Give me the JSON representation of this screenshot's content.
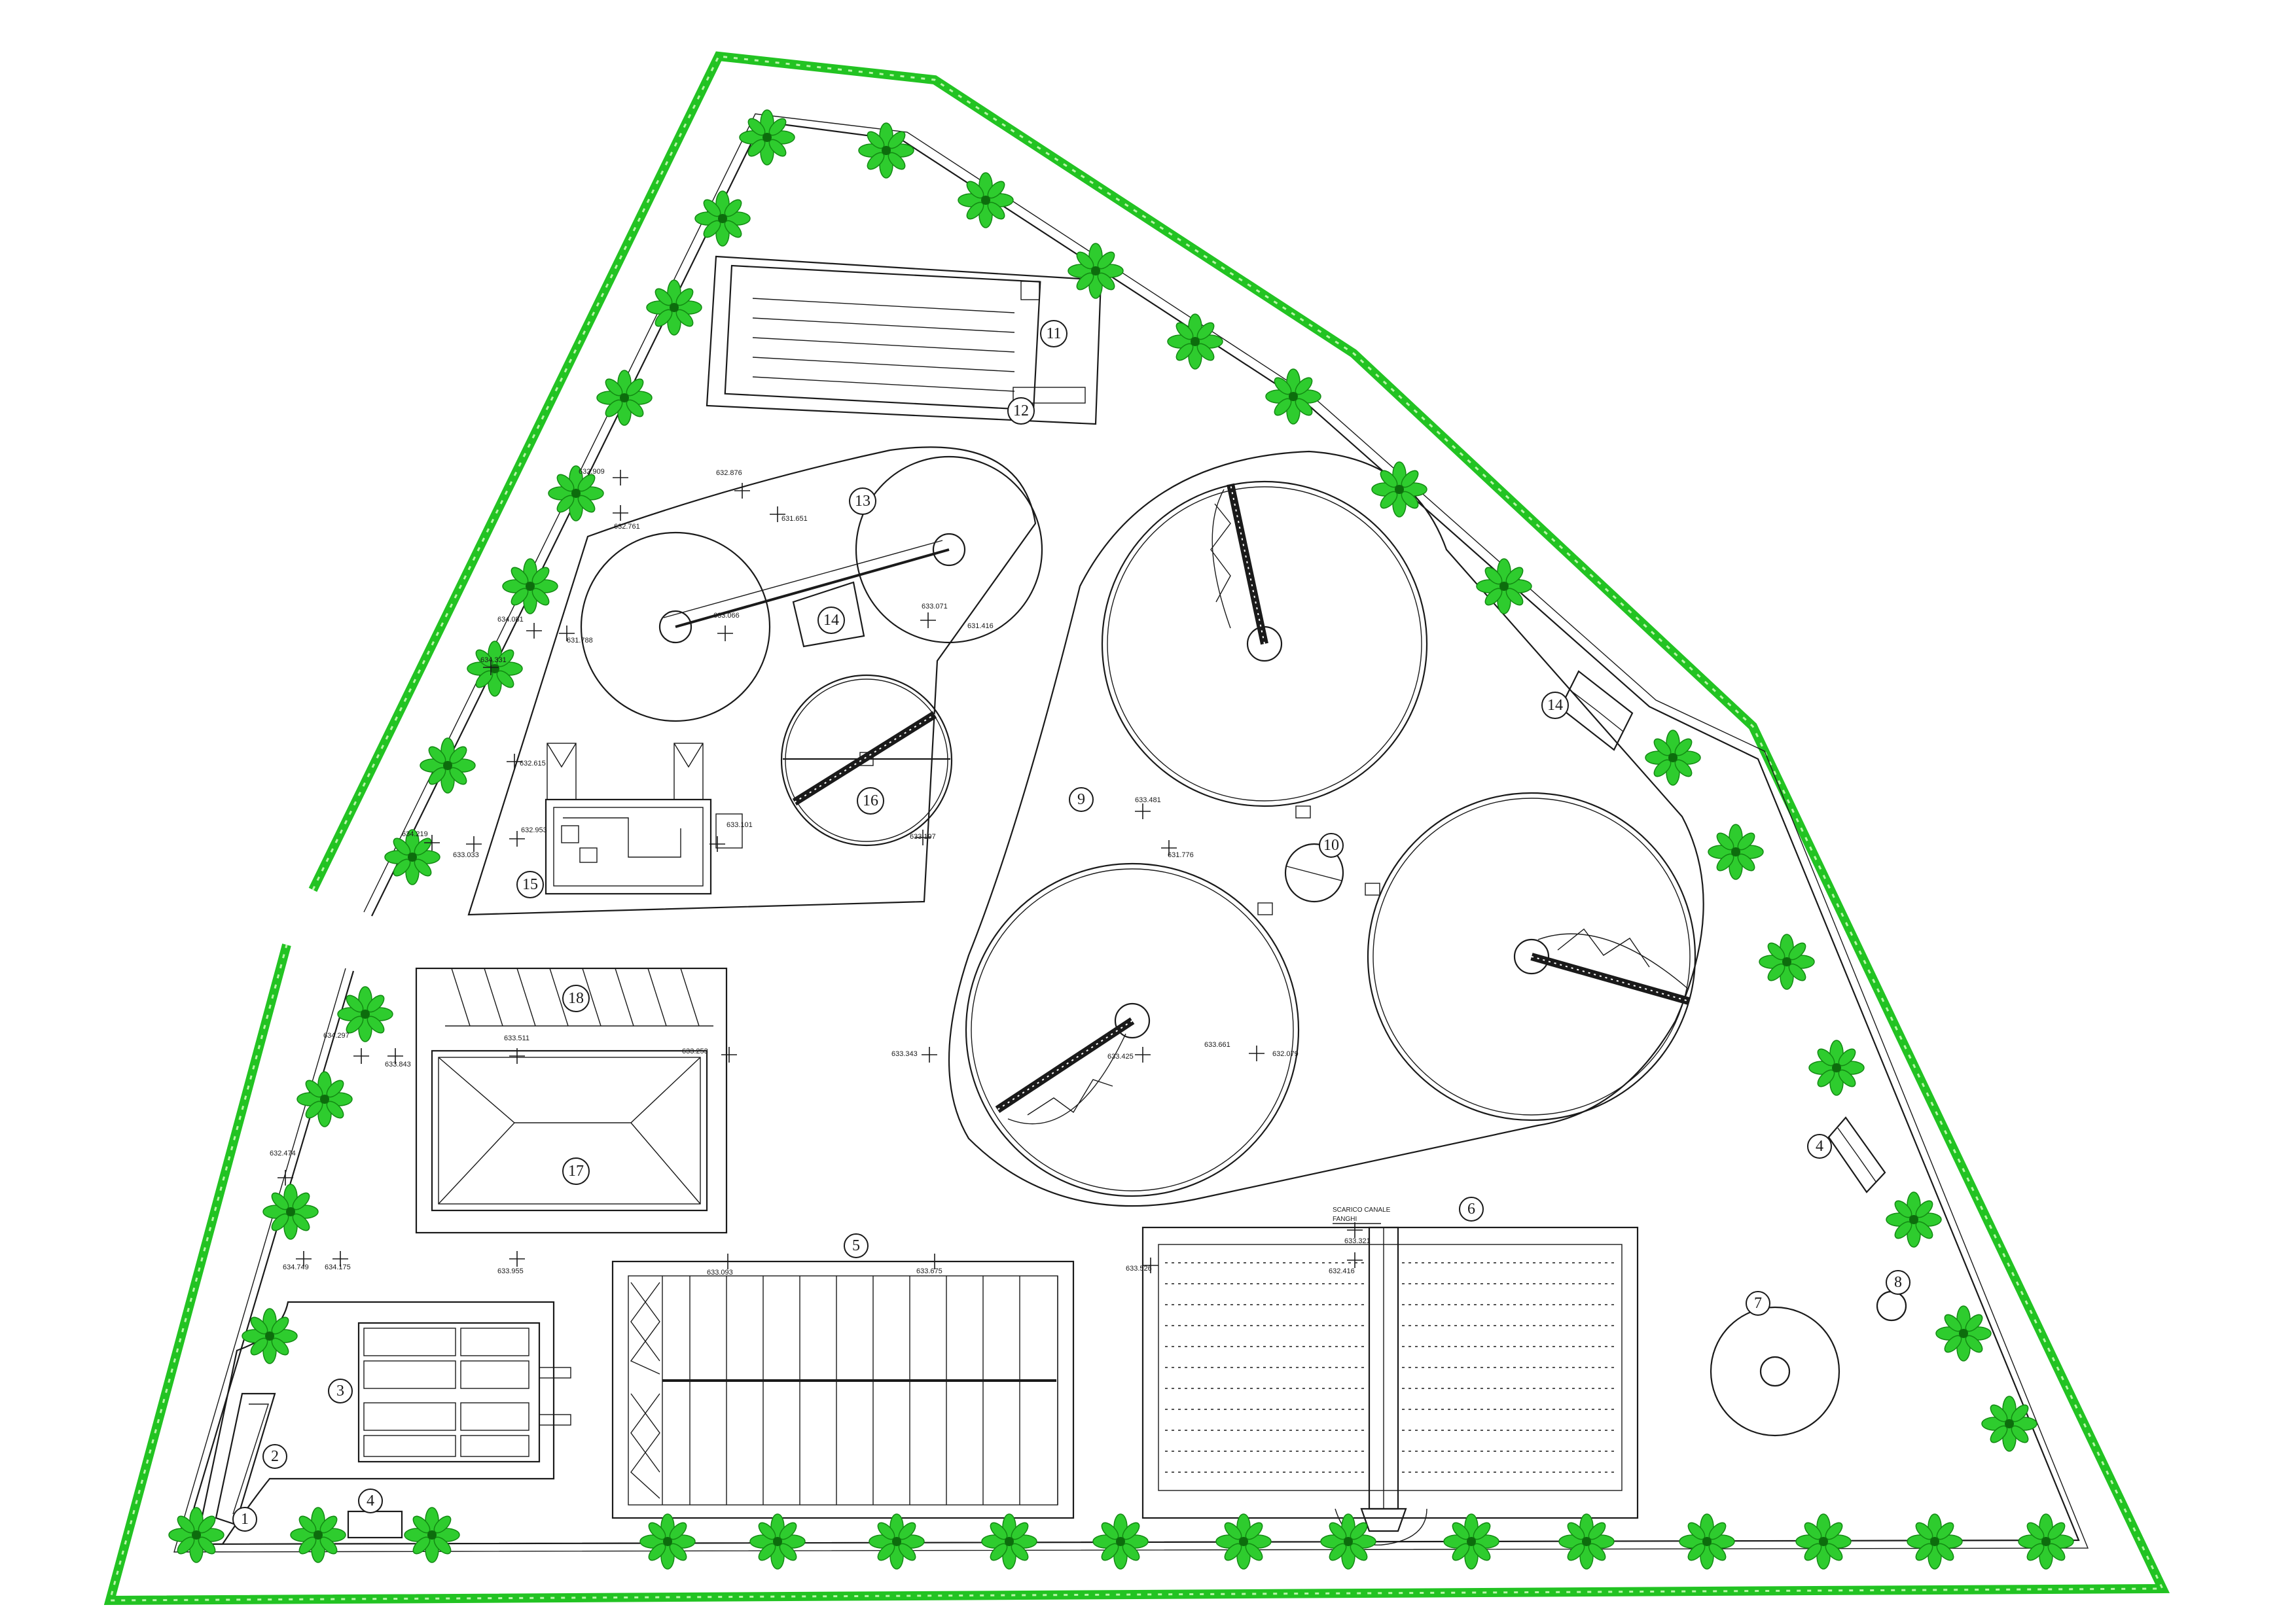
{
  "colors": {
    "line": "#1a1a1a",
    "hedge": "#22c322",
    "tree": "#2ecc2e",
    "background": "#ffffff"
  },
  "units": {
    "u1": {
      "label": "1"
    },
    "u2": {
      "label": "2"
    },
    "u3": {
      "label": "3"
    },
    "u4a": {
      "label": "4"
    },
    "u4b": {
      "label": "4"
    },
    "u5": {
      "label": "5"
    },
    "u6": {
      "label": "6"
    },
    "u7": {
      "label": "7"
    },
    "u8": {
      "label": "8"
    },
    "u9": {
      "label": "9"
    },
    "u10": {
      "label": "10"
    },
    "u11": {
      "label": "11"
    },
    "u12": {
      "label": "12"
    },
    "u13": {
      "label": "13"
    },
    "u14a": {
      "label": "14"
    },
    "u14b": {
      "label": "14"
    },
    "u15": {
      "label": "15"
    },
    "u16": {
      "label": "16"
    },
    "u17": {
      "label": "17"
    },
    "u18": {
      "label": "18"
    }
  },
  "annotations": {
    "scarico_line1": "SCARICO CANALE",
    "scarico_line2": "FANGHI"
  },
  "elevations": [
    "632.909",
    "632.876",
    "632.761",
    "631.651",
    "634.081",
    "631.788",
    "633.066",
    "633.071",
    "631.416",
    "634.331",
    "632.615",
    "632.953",
    "633.101",
    "634.219",
    "633.033",
    "633.197",
    "633.481",
    "631.776",
    "634.297",
    "633.843",
    "633.511",
    "633.253",
    "633.343",
    "633.425",
    "633.661",
    "632.079",
    "632.474",
    "634.749",
    "634.175",
    "633.955",
    "633.093",
    "633.675",
    "633.526",
    "633.321",
    "632.416"
  ],
  "icons": {
    "tree": "tree-icon",
    "survey_point": "survey-point-icon"
  }
}
